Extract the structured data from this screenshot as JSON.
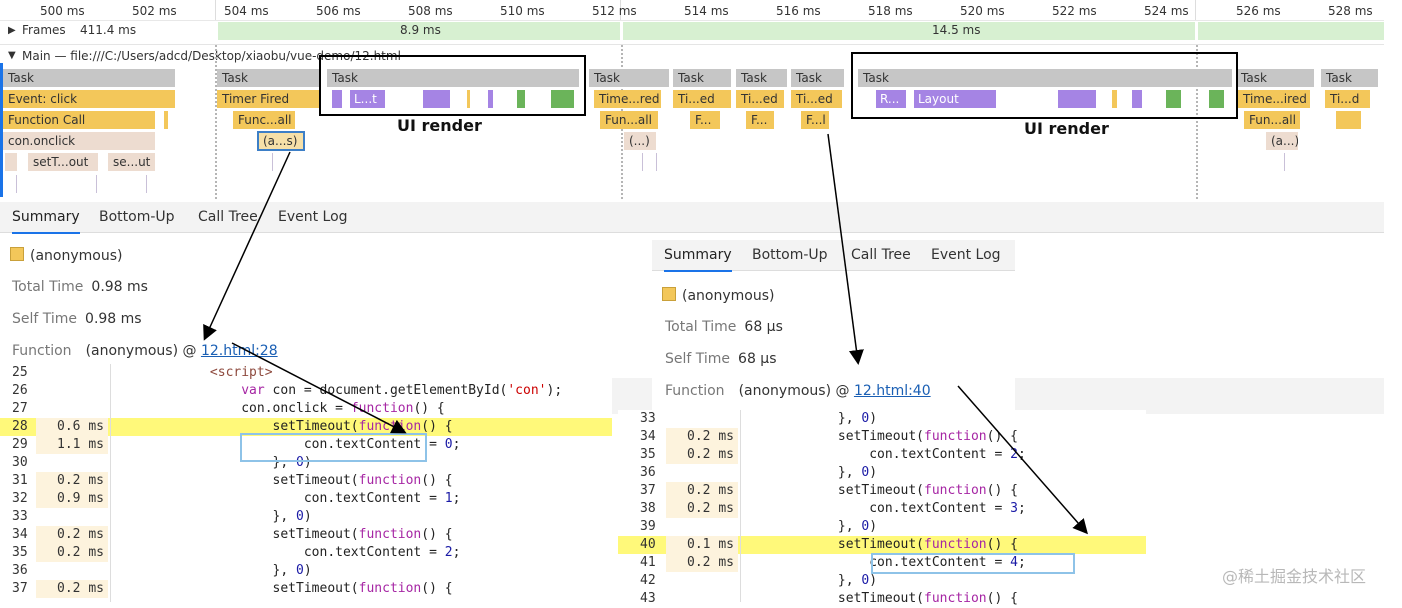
{
  "ruler": [
    "500 ms",
    "502 ms",
    "504 ms",
    "506 ms",
    "508 ms",
    "510 ms",
    "512 ms",
    "514 ms",
    "516 ms",
    "518 ms",
    "520 ms",
    "522 ms",
    "524 ms",
    "526 ms",
    "528 ms"
  ],
  "frames": {
    "label": "Frames",
    "first": "411.4 ms",
    "mid": "8.9 ms",
    "late": "14.5 ms"
  },
  "main": {
    "title": "Main — file:///C:/Users/adcd/Desktop/xiaobu/vue-demo/12.html"
  },
  "tracks": {
    "task": "Task",
    "event_click": "Event: click",
    "function_call": "Function Call",
    "con_onclick": "con.onclick",
    "settimeout_a": "setT...out",
    "settimeout_b": "se...ut",
    "timer_fired": "Timer Fired",
    "func_all": "Func...all",
    "anon": "(a...s)",
    "lt": "L...t",
    "time_red": "Time...red",
    "fun_all": "Fun...all",
    "anon2": "(...)",
    "ti_ed": "Ti...ed",
    "f_short": "F...",
    "f_l": "F...l",
    "r_short": "R...",
    "layout": "Layout",
    "time_ired": "Time...ired",
    "fun_all2": "Fun...all",
    "anon3": "(a...)",
    "ti_d": "Ti...d"
  },
  "annotations": {
    "ui_render": "UI render"
  },
  "tabs": [
    "Summary",
    "Bottom-Up",
    "Call Tree",
    "Event Log"
  ],
  "summary_left": {
    "name": "(anonymous)",
    "total_time_label": "Total Time",
    "total_time": "0.98 ms",
    "self_time_label": "Self Time",
    "self_time": "0.98 ms",
    "function_label": "Function",
    "function_name": "(anonymous) @",
    "function_link": "12.html:28"
  },
  "summary_right": {
    "name": "(anonymous)",
    "total_time_label": "Total Time",
    "total_time": "68 µs",
    "self_time_label": "Self Time",
    "self_time": "68 µs",
    "function_label": "Function",
    "function_name": "(anonymous) @",
    "function_link": "12.html:40"
  },
  "code_left": [
    {
      "ln": "25",
      "ms": "",
      "src": "            <script>"
    },
    {
      "ln": "26",
      "ms": "",
      "src": "                var con = document.getElementById('con');"
    },
    {
      "ln": "27",
      "ms": "",
      "src": "                con.onclick = function() {"
    },
    {
      "ln": "28",
      "ms": "0.6 ms",
      "src": "                    setTimeout(function() {"
    },
    {
      "ln": "29",
      "ms": "1.1 ms",
      "src": "                        con.textContent = 0;"
    },
    {
      "ln": "30",
      "ms": "",
      "src": "                    }, 0)"
    },
    {
      "ln": "31",
      "ms": "0.2 ms",
      "src": "                    setTimeout(function() {"
    },
    {
      "ln": "32",
      "ms": "0.9 ms",
      "src": "                        con.textContent = 1;"
    },
    {
      "ln": "33",
      "ms": "",
      "src": "                    }, 0)"
    },
    {
      "ln": "34",
      "ms": "0.2 ms",
      "src": "                    setTimeout(function() {"
    },
    {
      "ln": "35",
      "ms": "0.2 ms",
      "src": "                        con.textContent = 2;"
    },
    {
      "ln": "36",
      "ms": "",
      "src": "                    }, 0)"
    },
    {
      "ln": "37",
      "ms": "0.2 ms",
      "src": "                    setTimeout(function() {"
    }
  ],
  "code_right": [
    {
      "ln": "33",
      "ms": "",
      "src": "            }, 0)"
    },
    {
      "ln": "34",
      "ms": "0.2 ms",
      "src": "            setTimeout(function() {"
    },
    {
      "ln": "35",
      "ms": "0.2 ms",
      "src": "                con.textContent = 2;"
    },
    {
      "ln": "36",
      "ms": "",
      "src": "            }, 0)"
    },
    {
      "ln": "37",
      "ms": "0.2 ms",
      "src": "            setTimeout(function() {"
    },
    {
      "ln": "38",
      "ms": "0.2 ms",
      "src": "                con.textContent = 3;"
    },
    {
      "ln": "39",
      "ms": "",
      "src": "            }, 0)"
    },
    {
      "ln": "40",
      "ms": "0.1 ms",
      "src": "            setTimeout(function() {"
    },
    {
      "ln": "41",
      "ms": "0.2 ms",
      "src": "                con.textContent = 4;"
    },
    {
      "ln": "42",
      "ms": "",
      "src": "            }, 0)"
    },
    {
      "ln": "43",
      "ms": "",
      "src": "            setTimeout(function() {"
    }
  ],
  "watermark": "@稀土掘金技术社区",
  "colors": {
    "task": "#c6c6c6",
    "scripting": "#f3c75a",
    "rendering": "#a584e4",
    "painting": "#6bb45a",
    "frame": "#d7f0d1",
    "highlight": "#fff97a"
  }
}
